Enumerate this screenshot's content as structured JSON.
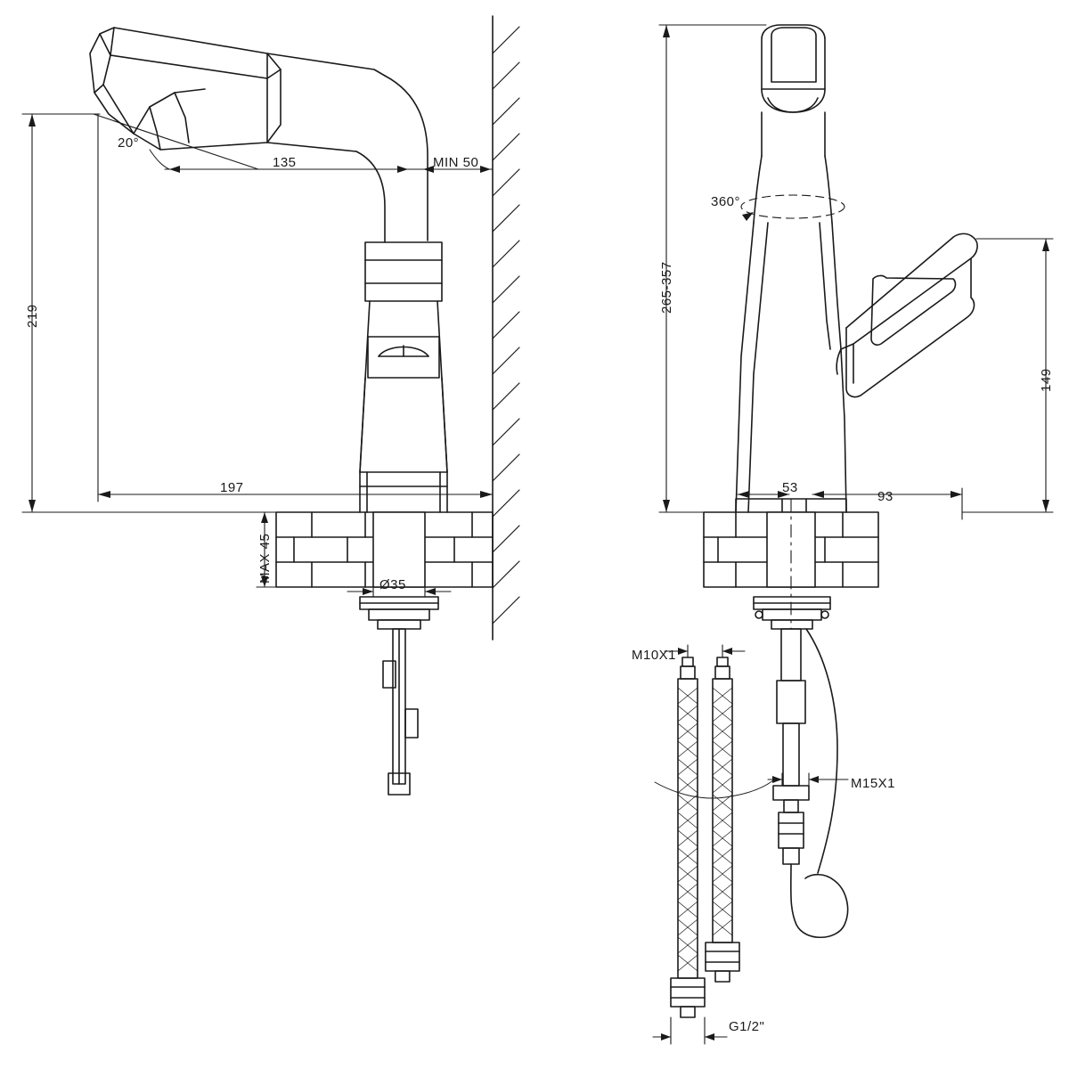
{
  "drawing": {
    "title": "Faucet technical dimension drawing",
    "line_color": "#1a1a1a",
    "background": "#ffffff",
    "views": [
      {
        "name": "side-view",
        "label": ""
      },
      {
        "name": "front-view",
        "label": ""
      }
    ]
  },
  "dimensions": {
    "angle_spout": "20°",
    "spout_length": "135",
    "min_wall": "MIN 50",
    "height_total": "219",
    "reach": "197",
    "max_thickness": "MAX 45",
    "hole_diameter": "Ø35",
    "swivel": "360°",
    "height_range": "265-357",
    "handle_height": "149",
    "base_left": "53",
    "base_right": "93",
    "hose_thread_top": "M10X1",
    "hose_thread_mid": "M15X1",
    "hose_thread_bottom": "G1/2\""
  }
}
